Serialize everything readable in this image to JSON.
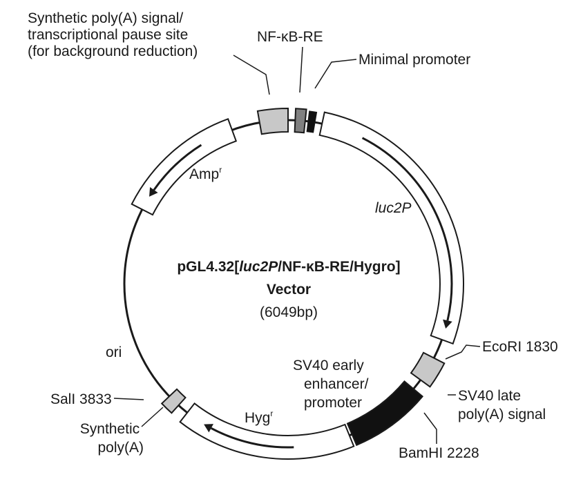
{
  "vector": {
    "name_prefix": "pGL4.32[",
    "name_gene": "luc2P",
    "name_suffix": "/NF-κB-RE/Hygro]",
    "line2": "Vector",
    "size": "(6049bp)"
  },
  "features": {
    "synthetic_polya_top": [
      "Synthetic poly(A) signal/",
      "transcriptional pause site",
      "(for background reduction)"
    ],
    "nfkb_re": "NF-κB-RE",
    "minimal_promoter": "Minimal promoter",
    "luc2p": "luc2P",
    "ecori": "EcoRI 1830",
    "sv40_late_polya": [
      "SV40 late",
      "poly(A) signal"
    ],
    "bamhi": "BamHI 2228",
    "sv40_early": [
      "SV40 early",
      "enhancer/",
      "promoter"
    ],
    "hyg": "Hyg",
    "hyg_sup": "r",
    "sali": "SalI 3833",
    "synthetic_polya_bottom": [
      "Synthetic",
      "poly(A)"
    ],
    "ori": "ori",
    "amp": "Amp",
    "amp_sup": "r"
  },
  "colors": {
    "outline": "#1a1a1a",
    "gray_box": "#c8c8c8",
    "dark_gray_box": "#808080",
    "black_box": "#111111",
    "white_box": "#ffffff"
  }
}
